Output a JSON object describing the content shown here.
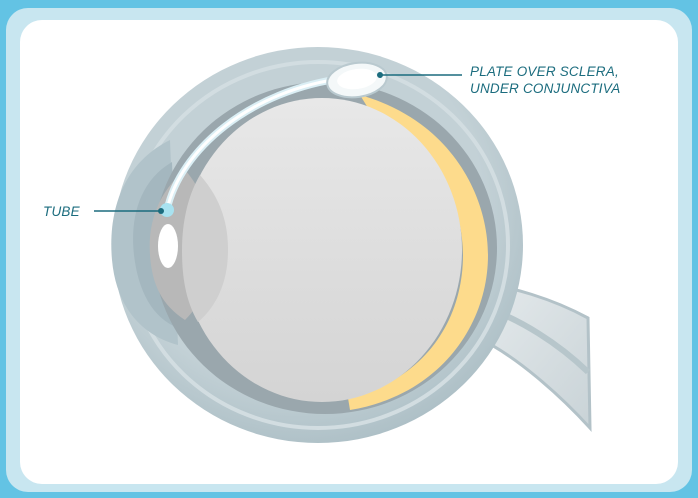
{
  "labels": {
    "tube": "TUBE",
    "plate_line1": "PLATE OVER SCLERA,",
    "plate_line2": "UNDER CONJUNCTIVA"
  },
  "colors": {
    "background": "#63c3e4",
    "frame": "#c8e6f0",
    "panel": "#ffffff",
    "label_text": "#1b6c7e",
    "sclera": "#b9c9cf",
    "retina_band": "#fddb8c",
    "vitreous": "#dcdcdc",
    "tube": "#e9f7fb"
  }
}
